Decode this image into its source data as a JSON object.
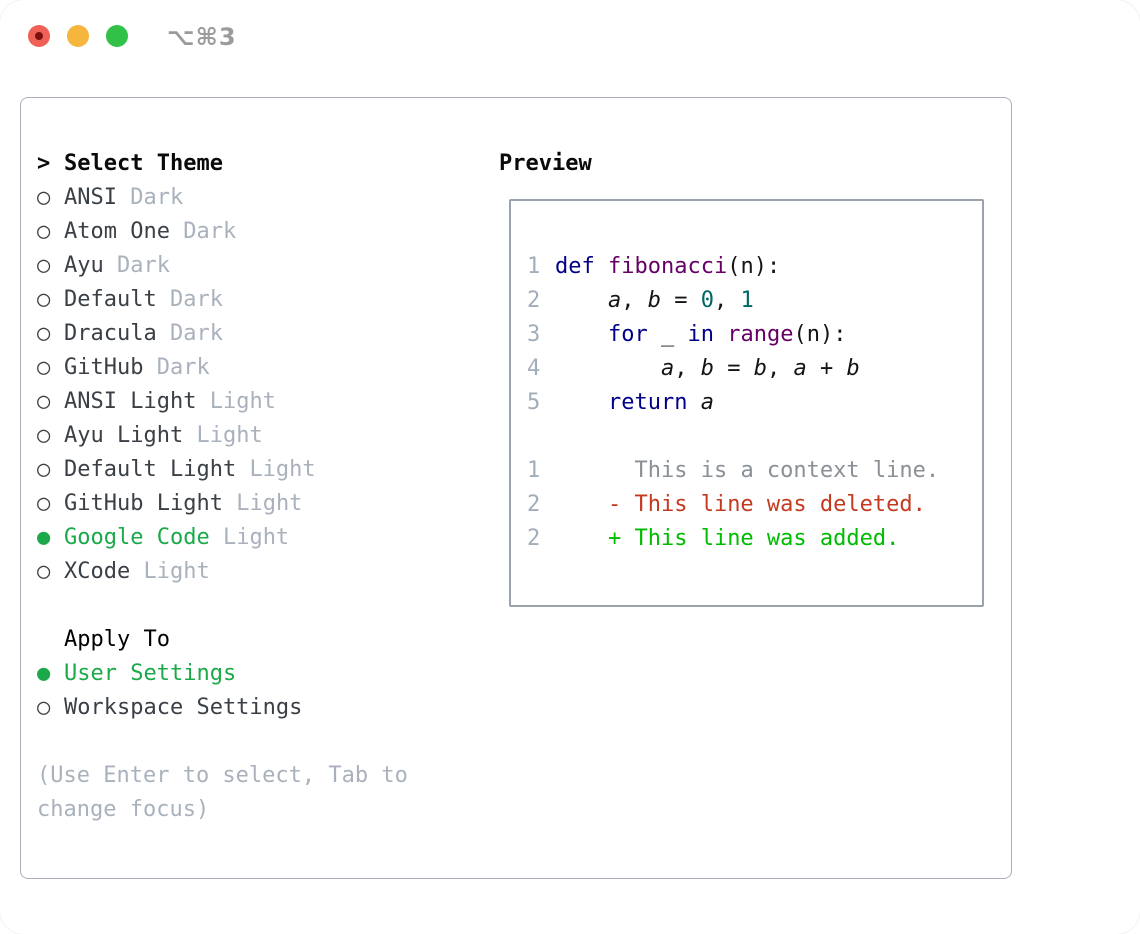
{
  "colors": {
    "accent": "#1ca94a",
    "heading": "#0a0a0a",
    "item_text": "#3a4046",
    "muted": "#a9b2bc",
    "panel_border": "#a7aeb8",
    "preview_border": "#99a2ad",
    "line_number": "#a2adba",
    "code_keyword": "#000088",
    "code_function": "#660066",
    "code_literal": "#006666",
    "code_plain": "#141414",
    "diff_context": "#8a9096",
    "diff_deleted": "#c43a20",
    "diff_added": "#00bb00",
    "title_text": "#9b9b9b",
    "light_red": "#ef6056",
    "light_red_dot": "#7c100e",
    "light_yellow": "#f6b63e",
    "light_green": "#31c048"
  },
  "window": {
    "title": "⌥⌘3"
  },
  "left": {
    "header": {
      "prompt": ">",
      "label": "Select Theme"
    },
    "themes": [
      {
        "marker": "○",
        "name": "ANSI",
        "variant": "Dark",
        "selected": false
      },
      {
        "marker": "○",
        "name": "Atom One",
        "variant": "Dark",
        "selected": false
      },
      {
        "marker": "○",
        "name": "Ayu",
        "variant": "Dark",
        "selected": false
      },
      {
        "marker": "○",
        "name": "Default",
        "variant": "Dark",
        "selected": false
      },
      {
        "marker": "○",
        "name": "Dracula",
        "variant": "Dark",
        "selected": false
      },
      {
        "marker": "○",
        "name": "GitHub",
        "variant": "Dark",
        "selected": false
      },
      {
        "marker": "○",
        "name": "ANSI Light",
        "variant": "Light",
        "selected": false
      },
      {
        "marker": "○",
        "name": "Ayu Light",
        "variant": "Light",
        "selected": false
      },
      {
        "marker": "○",
        "name": "Default Light",
        "variant": "Light",
        "selected": false
      },
      {
        "marker": "○",
        "name": "GitHub Light",
        "variant": "Light",
        "selected": false
      },
      {
        "marker": "●",
        "name": "Google Code",
        "variant": "Light",
        "selected": true
      },
      {
        "marker": "○",
        "name": "XCode",
        "variant": "Light",
        "selected": false
      }
    ],
    "apply_to": {
      "header": "Apply To",
      "options": [
        {
          "marker": "●",
          "label": "User Settings",
          "selected": true
        },
        {
          "marker": "○",
          "label": "Workspace Settings",
          "selected": false
        }
      ]
    },
    "hint": "(Use Enter to select, Tab to\nchange focus)"
  },
  "preview": {
    "title": "Preview",
    "lines": [
      {
        "n": "1",
        "seg": [
          [
            "def",
            "kw"
          ],
          [
            " ",
            "pl"
          ],
          [
            "fibonacci",
            "fn"
          ],
          [
            "(n):",
            "pl"
          ]
        ]
      },
      {
        "n": "2",
        "seg": [
          [
            "    ",
            "pl"
          ],
          [
            "a",
            "var"
          ],
          [
            ", ",
            "pl"
          ],
          [
            "b",
            "var"
          ],
          [
            " = ",
            "pl"
          ],
          [
            "0",
            "lit"
          ],
          [
            ", ",
            "pl"
          ],
          [
            "1",
            "lit"
          ]
        ]
      },
      {
        "n": "3",
        "seg": [
          [
            "    ",
            "pl"
          ],
          [
            "for",
            "kw"
          ],
          [
            " _ ",
            "pl"
          ],
          [
            "in",
            "kw"
          ],
          [
            " ",
            "pl"
          ],
          [
            "range",
            "fn"
          ],
          [
            "(n):",
            "pl"
          ]
        ]
      },
      {
        "n": "4",
        "seg": [
          [
            "        ",
            "pl"
          ],
          [
            "a",
            "var"
          ],
          [
            ", ",
            "pl"
          ],
          [
            "b",
            "var"
          ],
          [
            " = ",
            "pl"
          ],
          [
            "b",
            "var"
          ],
          [
            ", ",
            "pl"
          ],
          [
            "a",
            "var"
          ],
          [
            " + ",
            "pl"
          ],
          [
            "b",
            "var"
          ]
        ]
      },
      {
        "n": "5",
        "seg": [
          [
            "    ",
            "pl"
          ],
          [
            "return",
            "kw"
          ],
          [
            " ",
            "pl"
          ],
          [
            "a",
            "var"
          ]
        ]
      },
      {
        "blank": true
      },
      {
        "n": "1",
        "seg": [
          [
            "      ",
            "ctx"
          ],
          [
            "This is a context line.",
            "ctx"
          ]
        ]
      },
      {
        "n": "2",
        "seg": [
          [
            "    ",
            "pl"
          ],
          [
            "- This line was deleted.",
            "del"
          ]
        ]
      },
      {
        "n": "2",
        "seg": [
          [
            "    ",
            "pl"
          ],
          [
            "+ This line was added.",
            "add"
          ]
        ]
      }
    ]
  }
}
